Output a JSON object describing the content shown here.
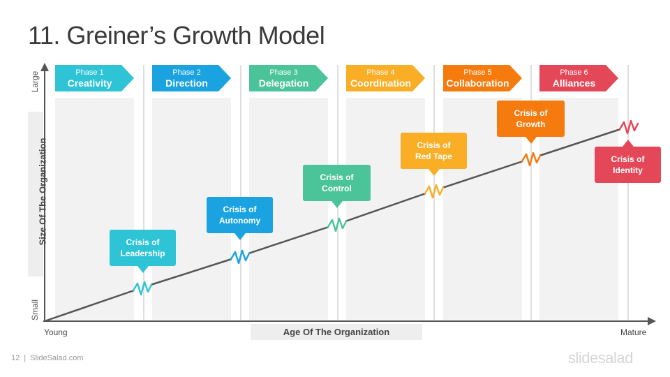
{
  "title": "11. Greiner’s Growth Model",
  "axes": {
    "y_top": "Large",
    "y_bottom": "Small",
    "y_title": "Size Of The Organization",
    "x_left": "Young",
    "x_right": "Mature",
    "x_title": "Age Of The Organization"
  },
  "phases": [
    {
      "number": "Phase 1",
      "name": "Creativity",
      "color": "#2ec4d6"
    },
    {
      "number": "Phase 2",
      "name": "Direction",
      "color": "#1aa3e0"
    },
    {
      "number": "Phase 3",
      "name": "Delegation",
      "color": "#4cc49a"
    },
    {
      "number": "Phase 4",
      "name": "Coordination",
      "color": "#f9ae26"
    },
    {
      "number": "Phase 5",
      "name": "Collaboration",
      "color": "#f57b0f"
    },
    {
      "number": "Phase 6",
      "name": "Alliances",
      "color": "#e44858"
    }
  ],
  "crises": [
    {
      "line1": "Crisis of",
      "line2": "Leadership",
      "color": "#2ec4d6"
    },
    {
      "line1": "Crisis of",
      "line2": "Autonomy",
      "color": "#1aa3e0"
    },
    {
      "line1": "Crisis of",
      "line2": "Control",
      "color": "#4cc49a"
    },
    {
      "line1": "Crisis of",
      "line2": "Red Tape",
      "color": "#f9ae26"
    },
    {
      "line1": "Crisis of",
      "line2": "Growth",
      "color": "#f57b0f"
    },
    {
      "line1": "Crisis of",
      "line2": "Identity",
      "color": "#e44858"
    }
  ],
  "footer": {
    "page": "12",
    "site": "SlideSalad.com"
  },
  "logo": "slidesalad"
}
